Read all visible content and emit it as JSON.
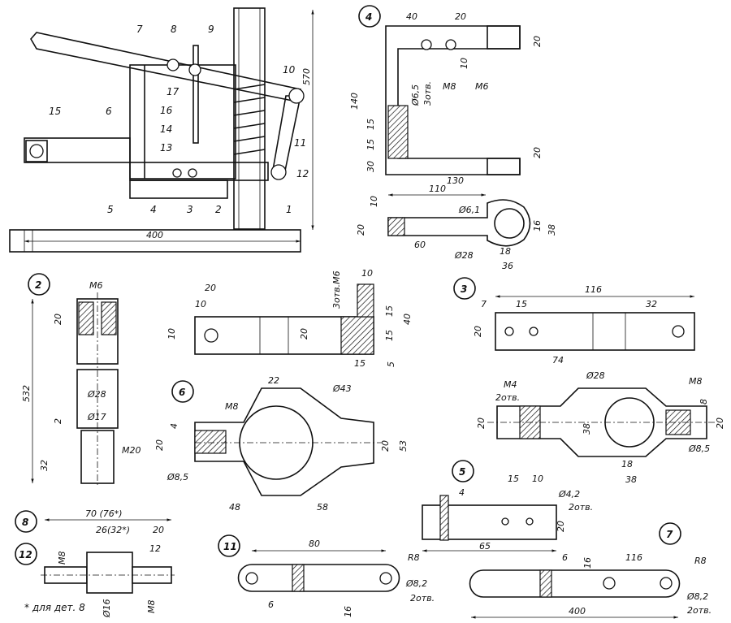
{
  "assembly": {
    "callouts": [
      "1",
      "2",
      "3",
      "4",
      "5",
      "6",
      "7",
      "8",
      "9",
      "10",
      "11",
      "12",
      "13",
      "14",
      "15",
      "16",
      "17"
    ],
    "base_length": "400",
    "height": "570"
  },
  "detail_numbers": {
    "d2": "2",
    "d3": "3",
    "d4": "4",
    "d5": "5",
    "d6": "6",
    "d7": "7",
    "d8": "8",
    "d11": "11",
    "d12": "12"
  },
  "detail4": {
    "dims": [
      "40",
      "20",
      "20",
      "140",
      "Ø6,5",
      "3отв.",
      "М8",
      "М6",
      "10",
      "15",
      "15",
      "30",
      "20",
      "130",
      "110",
      "Ø6,1",
      "10",
      "20",
      "60",
      "16",
      "38",
      "Ø28",
      "18",
      "36"
    ]
  },
  "detail2": {
    "dims": [
      "М6",
      "20",
      "532",
      "Ø28",
      "2",
      "Ø17",
      "32",
      "М20"
    ]
  },
  "detail2b": {
    "dims": [
      "20",
      "10",
      "10",
      "20",
      "3отв.М6",
      "10",
      "15",
      "15",
      "40",
      "15",
      "5"
    ]
  },
  "detail3": {
    "dims": [
      "116",
      "7",
      "15",
      "32",
      "20",
      "74"
    ]
  },
  "detail6": {
    "dims": [
      "22",
      "Ø43",
      "М8",
      "4",
      "20",
      "20",
      "53",
      "Ø8,5",
      "48",
      "58"
    ]
  },
  "detail6b": {
    "dims": [
      "М4",
      "2отв.",
      "Ø28",
      "М8",
      "8",
      "20",
      "38",
      "20",
      "18",
      "Ø8,5",
      "38"
    ]
  },
  "detail5": {
    "dims": [
      "4",
      "15",
      "10",
      "Ø4,2",
      "2отв.",
      "20",
      "65"
    ]
  },
  "detail8": {
    "dims": [
      "70 (76*)",
      "26(32*)",
      "20",
      "12",
      "М8",
      "М8",
      "Ø16"
    ],
    "footnote": "* для дет. 8"
  },
  "detail11": {
    "dims": [
      "80",
      "R8",
      "Ø8,2",
      "2отв.",
      "6",
      "16"
    ]
  },
  "detail7": {
    "dims": [
      "116",
      "6",
      "16",
      "R8",
      "400",
      "Ø8,2",
      "2отв."
    ]
  }
}
